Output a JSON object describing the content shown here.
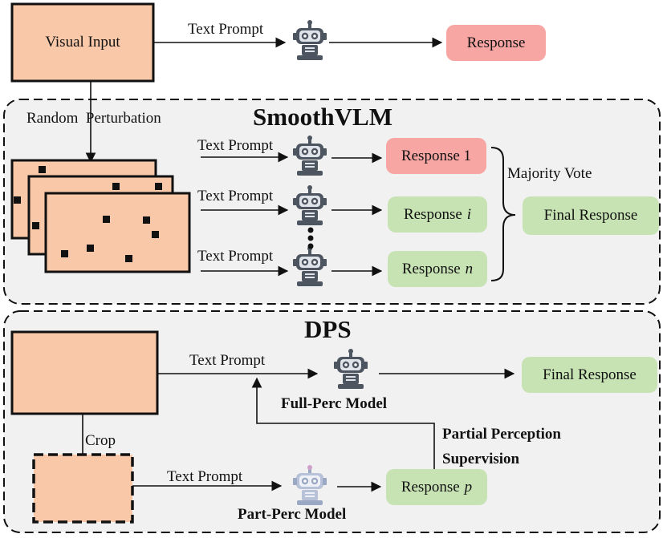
{
  "top": {
    "visual_input": "Visual Input",
    "text_prompt": "Text Prompt",
    "response": "Response",
    "random_perturbation": "Random  Perturbation"
  },
  "smoothvlm": {
    "title": "SmoothVLM",
    "text_prompt": "Text Prompt",
    "response_1": "Response 1",
    "response_i_prefix": "Response",
    "response_i_var": "i",
    "response_n_prefix": "Response",
    "response_n_var": "n",
    "majority_vote": "Majority Vote",
    "final_response": "Final Response"
  },
  "dps": {
    "title": "DPS",
    "text_prompt": "Text Prompt",
    "full_perc_model": "Full-Perc Model",
    "final_response": "Final Response",
    "crop": "Crop",
    "partial_perception_line1": "Partial Perception",
    "partial_perception_line2": "Supervision",
    "part_perc_model": "Part-Perc Model",
    "response_p_prefix": "Response",
    "response_p_var": "p"
  },
  "colors": {
    "image_fill": "#f8c8a8",
    "response_red": "#f7a6a3",
    "response_green": "#c7e3b4",
    "panel_fill": "#f1f1f1",
    "robot_gray": "#4d5561",
    "robot_light": "#9aa8c3"
  },
  "icons": [
    "robot-icon"
  ]
}
